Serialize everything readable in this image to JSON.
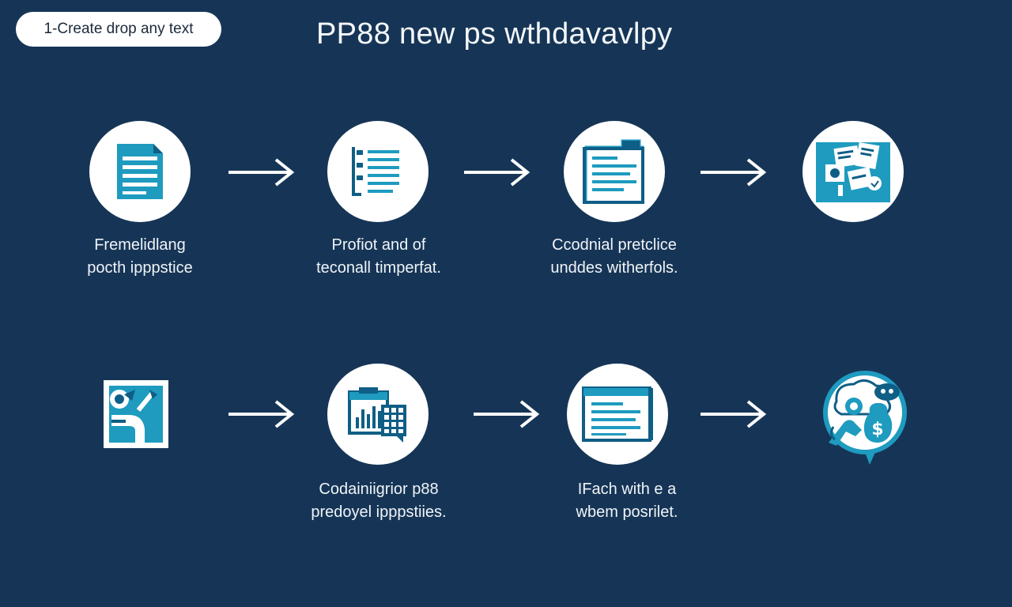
{
  "header": {
    "pill_label": "1-Create drop any text",
    "title": "PP88 new ps wthdavavlpy"
  },
  "steps": [
    {
      "icon": "document-icon",
      "line1": "Fremelidlang",
      "line2": "pocth ipppstice"
    },
    {
      "icon": "checklist-icon",
      "line1": "Profiot and of",
      "line2": "teconall timperfat."
    },
    {
      "icon": "folder-document-icon",
      "line1": "Ccodnial pretclice",
      "line2": "unddes witherfols."
    },
    {
      "icon": "photos-collage-icon",
      "line1": "",
      "line2": ""
    },
    {
      "icon": "tools-board-icon",
      "line1": "",
      "line2": ""
    },
    {
      "icon": "chart-calculator-icon",
      "line1": "Codainiigrior p88",
      "line2": "predoyel ipppstiies."
    },
    {
      "icon": "browser-window-icon",
      "line1": "IFach with e a",
      "line2": "wbem posrilet."
    },
    {
      "icon": "money-bag-icon",
      "line1": "",
      "line2": ""
    }
  ],
  "colors": {
    "background": "#163556",
    "accent": "#1e9bbf",
    "accent_dark": "#0f5e86",
    "node_fill": "#ffffff"
  }
}
